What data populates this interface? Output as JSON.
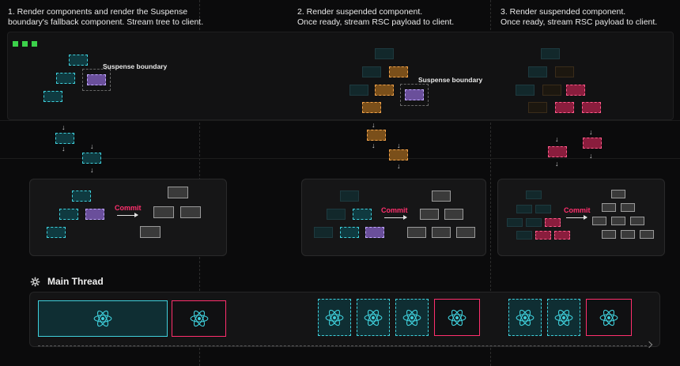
{
  "steps": [
    {
      "label": "1. Render components and render the Suspense\nboundary's fallback component. Stream tree to client."
    },
    {
      "label": "2. Render suspended component.\nOnce ready, stream RSC payload to client."
    },
    {
      "label": "3. Render suspended component.\nOnce ready, stream RSC payload to client."
    }
  ],
  "labels": {
    "suspense_boundary": "Suspense boundary",
    "commit": "Commit",
    "main_thread": "Main Thread"
  },
  "colors": {
    "server_component": "#3fd0dc",
    "suspense_fallback": "#c0a8ff",
    "suspended_step2": "#f0a24a",
    "suspended_step3": "#ff5a8a",
    "committed": "#9a9a9a",
    "commit_text": "#ff2f6d"
  },
  "icons": {
    "main_thread": "gear-icon",
    "task": "react-icon",
    "window": "window-dots-icon"
  }
}
